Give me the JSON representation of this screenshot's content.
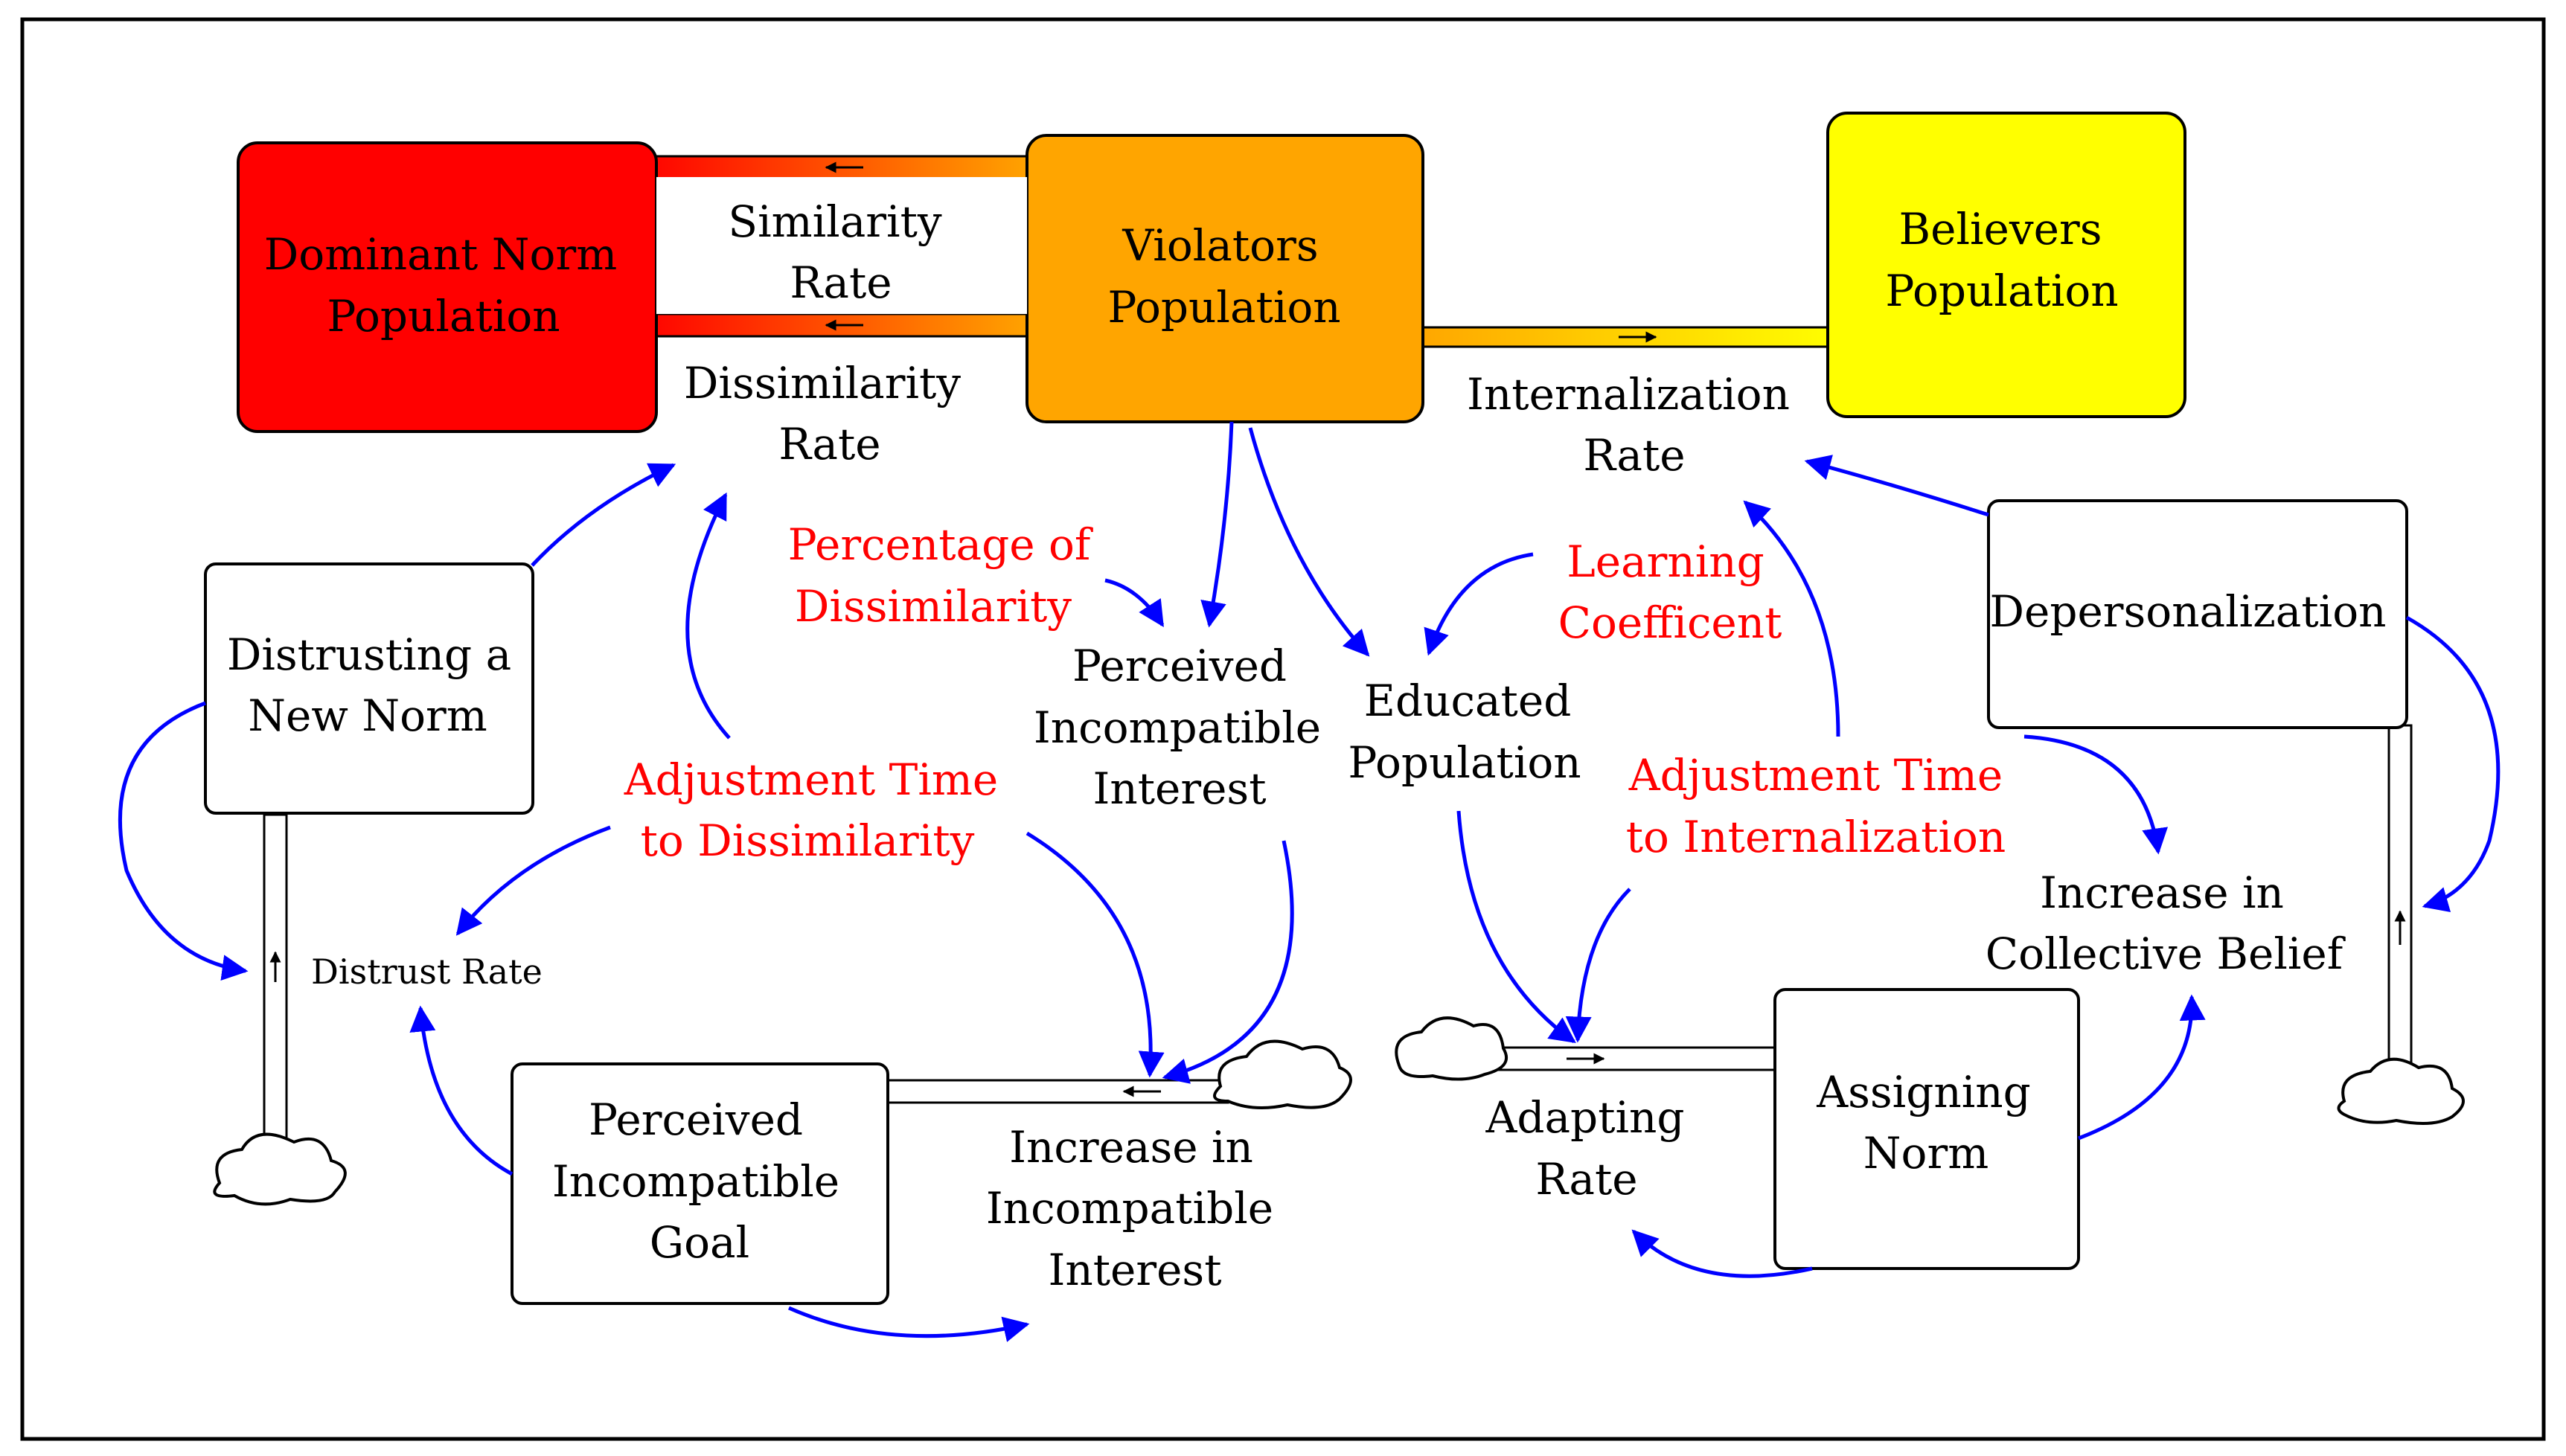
{
  "colors": {
    "dominant": "#ff0000",
    "violators": "#ffa500",
    "believers": "#ffff00",
    "arrow": "#0000ff",
    "red_text": "#ff0000"
  },
  "stocks": {
    "dominant": [
      "Dominant Norm",
      "Population"
    ],
    "violators": [
      "Violators",
      "Population"
    ],
    "believers": [
      "Believers",
      "Population"
    ],
    "distrusting": [
      "Distrusting a",
      "New Norm"
    ],
    "depersonalization": [
      "Depersonalization"
    ],
    "perceived_goal": [
      "Perceived",
      "Incompatible",
      "Goal"
    ],
    "assigning_norm": [
      "Assigning",
      "Norm"
    ]
  },
  "rates": {
    "similarity": [
      "Similarity",
      "Rate"
    ],
    "dissimilarity": [
      "Dissimilarity",
      "Rate"
    ],
    "internalization": [
      "Internalization",
      "Rate"
    ],
    "distrust": [
      "Distrust Rate"
    ],
    "increase_interest": [
      "Increase in",
      "Incompatible",
      "Interest"
    ],
    "adapting": [
      "Adapting",
      "Rate"
    ],
    "collective_belief": [
      "Increase in",
      "Collective Belief"
    ]
  },
  "auxiliaries": {
    "perceived_interest": [
      "Perceived",
      "Incompatible",
      "Interest"
    ],
    "educated": [
      "Educated",
      "Population"
    ]
  },
  "parameters": {
    "pct_dissimilarity": [
      "Percentage of",
      "Dissimilarity"
    ],
    "adj_dissimilarity": [
      "Adjustment Time",
      "to Dissimilarity"
    ],
    "learning": [
      "Learning",
      "Coefficent"
    ],
    "adj_internalization": [
      "Adjustment Time",
      "to Internalization"
    ]
  }
}
